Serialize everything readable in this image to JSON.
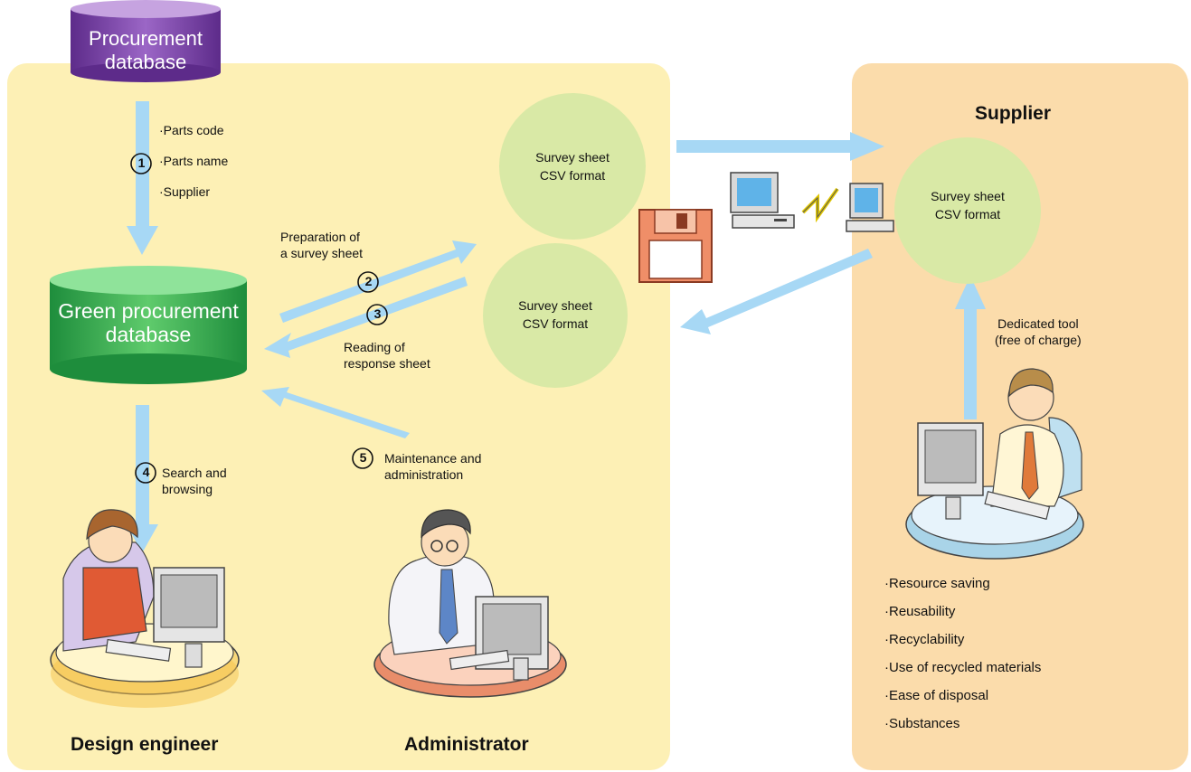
{
  "procurement_db": {
    "line1": "Procurement",
    "line2": "database"
  },
  "green_db": {
    "line1": "Green procurement",
    "line2": "database"
  },
  "step1": {
    "number": "①",
    "items": [
      "·Parts code",
      "·Parts name",
      "·Supplier"
    ]
  },
  "step2": {
    "number": "②",
    "label_line1": "Preparation of",
    "label_line2": "a survey sheet"
  },
  "step3": {
    "number": "③",
    "label_line1": "Reading of",
    "label_line2": "response sheet"
  },
  "step4": {
    "number": "④",
    "label_line1": "Search and",
    "label_line2": "browsing"
  },
  "step5": {
    "number": "⑤",
    "label_line1": "Maintenance and",
    "label_line2": "administration"
  },
  "survey_top": {
    "line1": "Survey sheet",
    "line2": "CSV format"
  },
  "survey_mid": {
    "line1": "Survey sheet",
    "line2": "CSV format"
  },
  "survey_supplier": {
    "line1": "Survey sheet",
    "line2": "CSV format"
  },
  "supplier": {
    "title": "Supplier",
    "tool_line1": "Dedicated tool",
    "tool_line2": "(free of charge)",
    "criteria": [
      "·Resource saving",
      "·Reusability",
      "·Recyclability",
      "·Use of recycled materials",
      "·Ease of disposal",
      "·Substances"
    ]
  },
  "roles": {
    "design_engineer": "Design engineer",
    "administrator": "Administrator"
  },
  "colors": {
    "arrow": "#a7d8f5",
    "circle": "#d9e9a6",
    "purple_db": "#7a44a6",
    "green_db": "#2eaa4f",
    "left_panel": "#fdf0b5",
    "right_panel": "#fbdcab"
  }
}
